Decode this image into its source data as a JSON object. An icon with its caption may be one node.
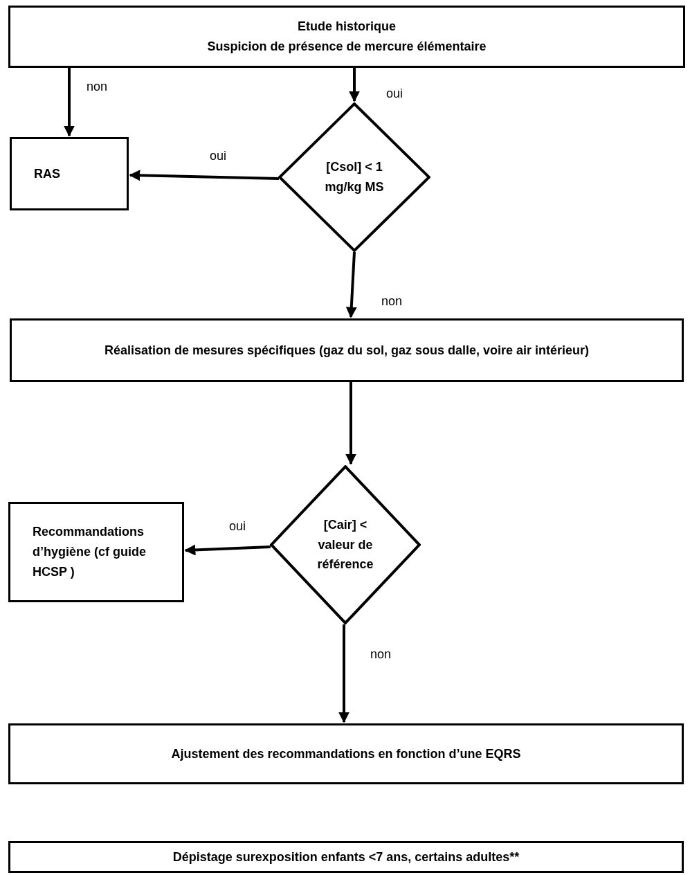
{
  "diagram": {
    "nodes": [
      {
        "text": [
          "Etude historique",
          "Suspicion de présence de mercure élémentaire"
        ]
      },
      {
        "text": [
          "RAS"
        ]
      },
      {
        "text": [
          "[Csol] < 1 mg/kg MS"
        ]
      },
      {
        "text": [
          "Réalisation de mesures spécifiques (gaz du sol, gaz sous dalle,  voire air intérieur)"
        ]
      },
      {
        "text": [
          "[Cair] < valeur de référence"
        ]
      },
      {
        "text": [
          "Recommandations d’hygiène (cf guide HCSP )"
        ]
      },
      {
        "text": [
          "Ajustement des recommandations en fonction d’une EQRS"
        ]
      },
      {
        "text": [
          "Dépistage surexposition enfants <7 ans, certains adultes**"
        ]
      }
    ],
    "edges": [
      {
        "from": 0,
        "to": 1,
        "arrow": "to",
        "label": "non"
      },
      {
        "from": 0,
        "to": 2,
        "arrow": "to",
        "label": "oui"
      },
      {
        "from": 2,
        "to": 1,
        "arrow": "to",
        "label": "oui"
      },
      {
        "from": 2,
        "to": 3,
        "arrow": "to",
        "label": "non"
      },
      {
        "from": 3,
        "to": 4,
        "arrow": "to"
      },
      {
        "from": 4,
        "to": 5,
        "arrow": "to",
        "label": "oui"
      },
      {
        "from": 4,
        "to": 6,
        "arrow": "to",
        "label": "non"
      }
    ]
  }
}
